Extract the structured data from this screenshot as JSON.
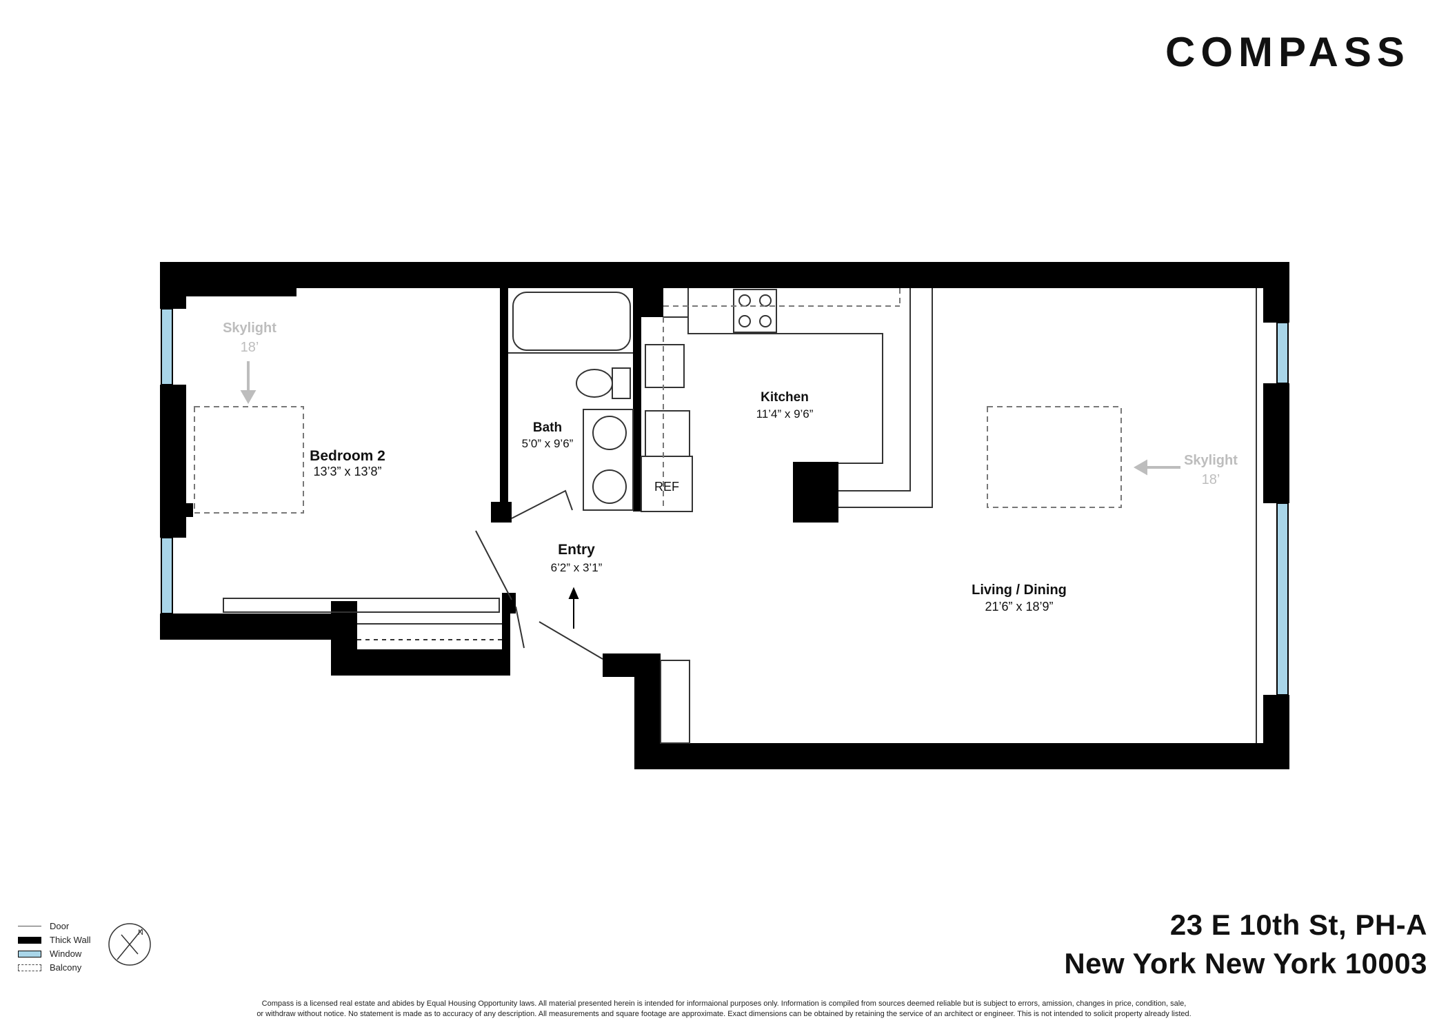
{
  "brand": {
    "logo_text": "COMPASS"
  },
  "rooms": {
    "bedroom": {
      "name": "Bedroom 2",
      "dims": "13’3” x 13’8”"
    },
    "bath": {
      "name": "Bath",
      "dims": "5’0” x 9’6”"
    },
    "kitchen": {
      "name": "Kitchen",
      "dims": "11’4” x 9’6”"
    },
    "entry": {
      "name": "Entry",
      "dims": "6’2” x 3’1”"
    },
    "living": {
      "name": "Living / Dining",
      "dims": "21’6” x 18’9”"
    }
  },
  "fixtures": {
    "ref_label": "REF"
  },
  "skylights": [
    {
      "label": "Skylight",
      "height": "18’"
    },
    {
      "label": "Skylight",
      "height": "18’"
    }
  ],
  "address": {
    "line1": "23 E 10th St, PH-A",
    "line2": "New York New York 10003"
  },
  "legend": [
    {
      "label": "Door",
      "icon": "door-line"
    },
    {
      "label": "Thick Wall",
      "icon": "thick-wall-swatch"
    },
    {
      "label": "Window",
      "icon": "window-swatch"
    },
    {
      "label": "Balcony",
      "icon": "balcony-swatch"
    }
  ],
  "disclaimer": {
    "line1": "Compass is a licensed real estate and abides by Equal Housing Opportunity laws. All material presented herein is intended for informaional purposes only. Information is compiled from sources deemed reliable but is subject to errors, amission, changes in price, condition, sale,",
    "line2": "or withdraw without notice. No statement is made as to accuracy of any description. All measurements and square footage are approximate. Exact dimensions can be obtained by retaining the service of an architect or engineer. This is not intended to solicit property already listed."
  },
  "colors": {
    "wall": "#000000",
    "window": "#a9d5e8",
    "label_gray": "#bdbdbd",
    "text": "#111111"
  }
}
